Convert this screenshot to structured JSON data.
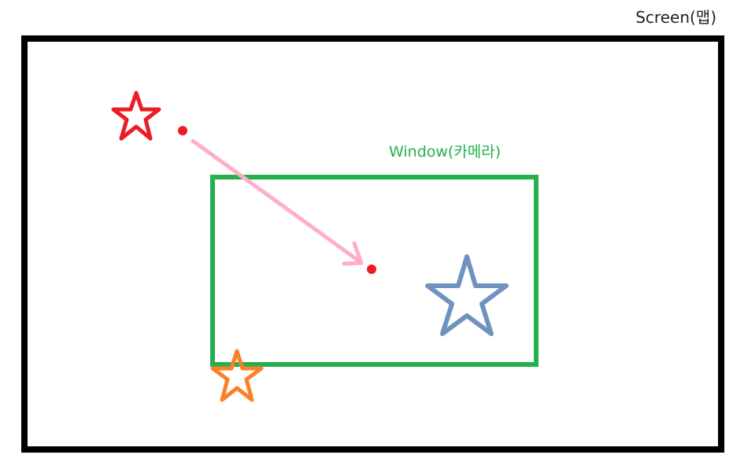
{
  "screen": {
    "label": "Screen(맵)",
    "border_color": "#000000"
  },
  "window": {
    "label": "Window(카메라)",
    "color": "#22b14c"
  },
  "stars": [
    {
      "name": "red-star",
      "color": "#ed1c24"
    },
    {
      "name": "blue-star",
      "color": "#7092be"
    },
    {
      "name": "orange-star",
      "color": "#ff7f27"
    }
  ],
  "points": {
    "color": "#ed1c24"
  },
  "arrow": {
    "color": "#ffaec9"
  }
}
